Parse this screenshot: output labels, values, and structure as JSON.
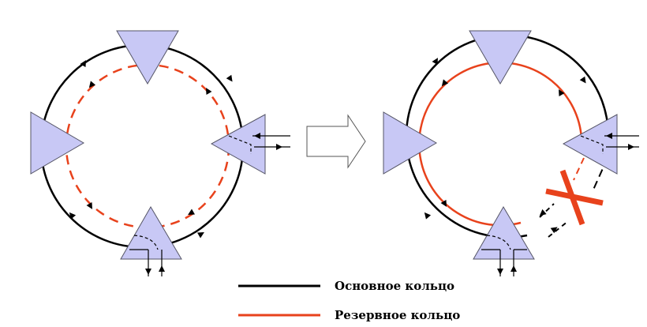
{
  "diagram": {
    "colors": {
      "primary_ring": "#000000",
      "backup_ring": "#e8421c",
      "node_fill": "#c8c8f5",
      "node_stroke": "#555566",
      "fault_mark": "#e8421c",
      "arrow_fill": "#ffffff"
    },
    "panels": [
      {
        "id": "before",
        "backup_style": "dashed",
        "fault": false
      },
      {
        "id": "after",
        "backup_style": "solid",
        "fault": true
      }
    ],
    "transition_icon": "hollow-right-arrow",
    "fault_icon": "red-cross",
    "legend": [
      {
        "label": "Основное кольцо",
        "style": "primary"
      },
      {
        "label": "Резервное кольцо",
        "style": "backup"
      }
    ]
  }
}
